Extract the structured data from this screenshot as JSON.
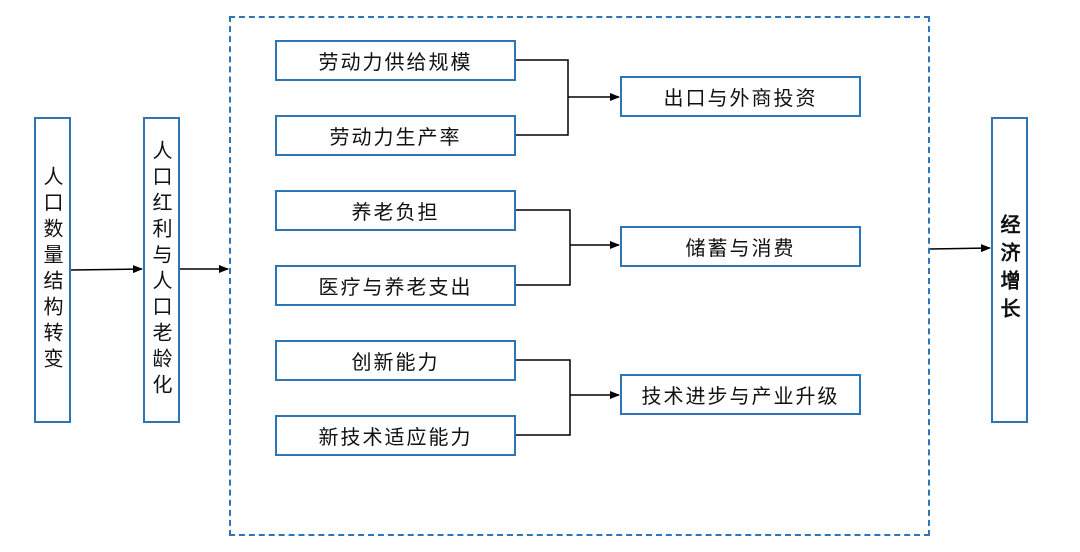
{
  "colors": {
    "border": "#2e75b6",
    "line": "#000000"
  },
  "left": {
    "population_change": "人口数量结构转变",
    "dividend_aging": "人口红利与人口老龄化"
  },
  "groups": [
    {
      "factors": [
        "劳动力供给规模",
        "劳动力生产率"
      ],
      "channel": "出口与外商投资"
    },
    {
      "factors": [
        "养老负担",
        "医疗与养老支出"
      ],
      "channel": "储蓄与消费"
    },
    {
      "factors": [
        "创新能力",
        "新技术适应能力"
      ],
      "channel": "技术进步与产业升级"
    }
  ],
  "right": {
    "economic_growth": "经济增长"
  }
}
